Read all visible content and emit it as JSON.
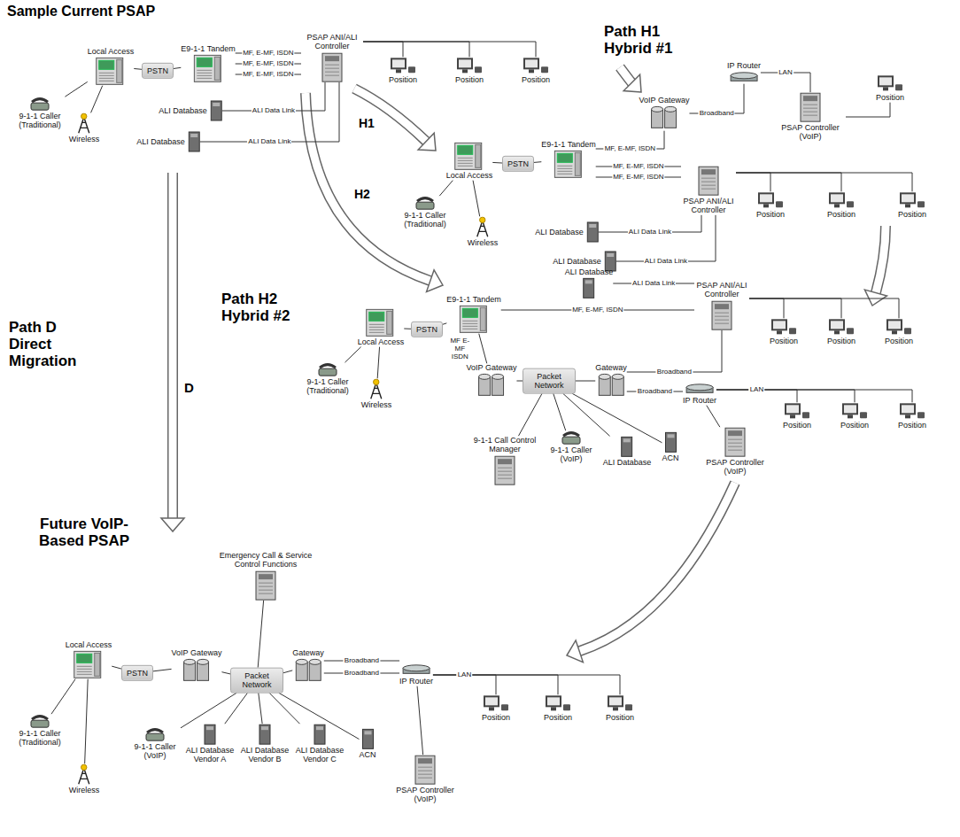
{
  "diagram": {
    "nodes": [
      {
        "text": [
          "Local Access"
        ]
      },
      {
        "text": [
          "PSTN"
        ]
      },
      {
        "text": [
          "E9-1-1 Tandem"
        ]
      },
      {
        "text": [
          "PSAP ANI/ALI Controller"
        ]
      },
      {
        "text": [
          "9-1-1 Caller (Traditional)"
        ]
      },
      {
        "text": [
          "Wireless"
        ]
      },
      {
        "text": [
          "ALI Database"
        ]
      },
      {
        "text": [
          "ALI Database"
        ]
      },
      {
        "text": [
          "Position"
        ]
      },
      {
        "text": [
          "Position"
        ]
      },
      {
        "text": [
          "Position"
        ]
      },
      {
        "text": [
          "VoIP Gateway"
        ]
      },
      {
        "text": [
          "E9-1-1 Tandem"
        ]
      },
      {
        "text": [
          "Local Access"
        ]
      },
      {
        "text": [
          "PSTN"
        ]
      },
      {
        "text": [
          "9-1-1 Caller (Traditional)"
        ]
      },
      {
        "text": [
          "Wireless"
        ]
      },
      {
        "text": [
          "ALI Database"
        ]
      },
      {
        "text": [
          "ALI Database"
        ]
      },
      {
        "text": [
          "IP Router"
        ]
      },
      {
        "text": [
          "PSAP Controller (VoIP)"
        ]
      },
      {
        "text": [
          "Position"
        ]
      },
      {
        "text": [
          "PSAP ANI/ALI Controller"
        ]
      },
      {
        "text": [
          "Position"
        ]
      },
      {
        "text": [
          "Position"
        ]
      },
      {
        "text": [
          "Position"
        ]
      },
      {
        "text": [
          "ALI Database"
        ]
      },
      {
        "text": [
          "PSAP ANI/ALI Controller"
        ]
      },
      {
        "text": [
          "Position"
        ]
      },
      {
        "text": [
          "Position"
        ]
      },
      {
        "text": [
          "Position"
        ]
      },
      {
        "text": [
          "E9-1-1 Tandem"
        ]
      },
      {
        "text": [
          "PSTN"
        ]
      },
      {
        "text": [
          "Local Access"
        ]
      },
      {
        "text": [
          "9-1-1 Caller (Traditional)"
        ]
      },
      {
        "text": [
          "Wireless"
        ]
      },
      {
        "text": [
          "VoIP Gateway"
        ]
      },
      {
        "text": [
          "Packet Network"
        ]
      },
      {
        "text": [
          "Gateway"
        ]
      },
      {
        "text": [
          "IP Router"
        ]
      },
      {
        "text": [
          "Position"
        ]
      },
      {
        "text": [
          "Position"
        ]
      },
      {
        "text": [
          "Position"
        ]
      },
      {
        "text": [
          "PSAP Controller (VoIP)"
        ]
      },
      {
        "text": [
          "9-1-1 Call Control Manager"
        ]
      },
      {
        "text": [
          "9-1-1 Caller (VoIP)"
        ]
      },
      {
        "text": [
          "ALI Database"
        ]
      },
      {
        "text": [
          "ACN"
        ]
      },
      {
        "text": [
          "Emergency Call & Service Control Functions"
        ]
      },
      {
        "text": [
          "Local Access"
        ]
      },
      {
        "text": [
          "PSTN"
        ]
      },
      {
        "text": [
          "VoIP Gateway"
        ]
      },
      {
        "text": [
          "Packet Network"
        ]
      },
      {
        "text": [
          "Gateway"
        ]
      },
      {
        "text": [
          "IP Router"
        ]
      },
      {
        "text": [
          "Position"
        ]
      },
      {
        "text": [
          "Position"
        ]
      },
      {
        "text": [
          "Position"
        ]
      },
      {
        "text": [
          "PSAP Controller (VoIP)"
        ]
      },
      {
        "text": [
          "9-1-1 Caller (Traditional)"
        ]
      },
      {
        "text": [
          "Wireless"
        ]
      },
      {
        "text": [
          "9-1-1 Caller (VoIP)"
        ]
      },
      {
        "text": [
          "ALI Database Vendor A"
        ]
      },
      {
        "text": [
          "ALI Database Vendor B"
        ]
      },
      {
        "text": [
          "ALI Database Vendor C"
        ]
      },
      {
        "text": [
          "ACN"
        ]
      }
    ],
    "edges": [
      {
        "from": 4,
        "to": 0,
        "arrow": "none"
      },
      {
        "from": 5,
        "to": 0,
        "arrow": "none"
      },
      {
        "from": 0,
        "to": 1,
        "arrow": "none"
      },
      {
        "from": 1,
        "to": 2,
        "arrow": "none"
      },
      {
        "from": 2,
        "to": 3,
        "label": "MF, E-MF, ISDN",
        "arrow": "none"
      },
      {
        "from": 2,
        "to": 3,
        "label": "MF, E-MF, ISDN",
        "arrow": "none"
      },
      {
        "from": 2,
        "to": 3,
        "label": "MF, E-MF, ISDN",
        "arrow": "none"
      },
      {
        "from": 6,
        "to": 3,
        "label": "ALI Data Link",
        "arrow": "none"
      },
      {
        "from": 7,
        "to": 3,
        "label": "ALI Data Link",
        "arrow": "none"
      },
      {
        "from": 3,
        "to": 8,
        "arrow": "none"
      },
      {
        "from": 3,
        "to": 9,
        "arrow": "none"
      },
      {
        "from": 3,
        "to": 10,
        "arrow": "none"
      },
      {
        "from": 15,
        "to": 13,
        "arrow": "none"
      },
      {
        "from": 16,
        "to": 13,
        "arrow": "none"
      },
      {
        "from": 13,
        "to": 14,
        "arrow": "none"
      },
      {
        "from": 14,
        "to": 12,
        "arrow": "none"
      },
      {
        "from": 12,
        "to": 11,
        "label": "MF, E-MF, ISDN",
        "arrow": "none"
      },
      {
        "from": 12,
        "to": 22,
        "label": "MF, E-MF, ISDN",
        "arrow": "none"
      },
      {
        "from": 12,
        "to": 22,
        "label": "MF, E-MF, ISDN",
        "arrow": "none"
      },
      {
        "from": 11,
        "to": 19,
        "label": "Broadband",
        "arrow": "none"
      },
      {
        "from": 19,
        "to": 20,
        "label": "LAN",
        "arrow": "none"
      },
      {
        "from": 20,
        "to": 21,
        "arrow": "none"
      },
      {
        "from": 17,
        "to": 22,
        "label": "ALI Data Link",
        "arrow": "none"
      },
      {
        "from": 18,
        "to": 22,
        "label": "ALI Data Link",
        "arrow": "none"
      },
      {
        "from": 22,
        "to": 23,
        "arrow": "none"
      },
      {
        "from": 22,
        "to": 24,
        "arrow": "none"
      },
      {
        "from": 22,
        "to": 25,
        "arrow": "none"
      },
      {
        "from": 34,
        "to": 33,
        "arrow": "none"
      },
      {
        "from": 35,
        "to": 33,
        "arrow": "none"
      },
      {
        "from": 33,
        "to": 32,
        "arrow": "none"
      },
      {
        "from": 32,
        "to": 31,
        "arrow": "none"
      },
      {
        "from": 31,
        "to": 27,
        "label": "MF, E-MF, ISDN",
        "arrow": "none"
      },
      {
        "from": 31,
        "to": 36,
        "label": "MF E-MF ISDN",
        "arrow": "none"
      },
      {
        "from": 26,
        "to": 27,
        "label": "ALI Data Link",
        "arrow": "none"
      },
      {
        "from": 27,
        "to": 28,
        "arrow": "none"
      },
      {
        "from": 27,
        "to": 29,
        "arrow": "none"
      },
      {
        "from": 27,
        "to": 30,
        "arrow": "none"
      },
      {
        "from": 36,
        "to": 37,
        "arrow": "none"
      },
      {
        "from": 37,
        "to": 38,
        "arrow": "none"
      },
      {
        "from": 38,
        "to": 27,
        "label": "Broadband",
        "arrow": "none"
      },
      {
        "from": 38,
        "to": 39,
        "label": "Broadband",
        "arrow": "none"
      },
      {
        "from": 39,
        "to": 40,
        "label": "LAN",
        "arrow": "none"
      },
      {
        "from": 39,
        "to": 41,
        "arrow": "none"
      },
      {
        "from": 39,
        "to": 42,
        "arrow": "none"
      },
      {
        "from": 39,
        "to": 43,
        "arrow": "none"
      },
      {
        "from": 44,
        "to": 37,
        "arrow": "none"
      },
      {
        "from": 45,
        "to": 37,
        "arrow": "none"
      },
      {
        "from": 46,
        "to": 37,
        "arrow": "none"
      },
      {
        "from": 47,
        "to": 37,
        "arrow": "none"
      },
      {
        "from": 59,
        "to": 49,
        "arrow": "none"
      },
      {
        "from": 60,
        "to": 49,
        "arrow": "none"
      },
      {
        "from": 49,
        "to": 50,
        "arrow": "none"
      },
      {
        "from": 50,
        "to": 51,
        "arrow": "none"
      },
      {
        "from": 51,
        "to": 52,
        "arrow": "none"
      },
      {
        "from": 52,
        "to": 53,
        "arrow": "none"
      },
      {
        "from": 48,
        "to": 52,
        "arrow": "none"
      },
      {
        "from": 53,
        "to": 54,
        "label": "Broadband",
        "arrow": "none"
      },
      {
        "from": 53,
        "to": 54,
        "label": "Broadband",
        "arrow": "none"
      },
      {
        "from": 54,
        "to": 55,
        "label": "LAN",
        "arrow": "none"
      },
      {
        "from": 54,
        "to": 56,
        "arrow": "none"
      },
      {
        "from": 54,
        "to": 57,
        "arrow": "none"
      },
      {
        "from": 54,
        "to": 58,
        "arrow": "none"
      },
      {
        "from": 61,
        "to": 52,
        "arrow": "none"
      },
      {
        "from": 62,
        "to": 52,
        "arrow": "none"
      },
      {
        "from": 63,
        "to": 52,
        "arrow": "none"
      },
      {
        "from": 64,
        "to": 52,
        "arrow": "none"
      },
      {
        "from": 65,
        "to": 52,
        "arrow": "none"
      }
    ],
    "labels": [
      "Sample Current PSAP",
      "Path H1 Hybrid #1",
      "H1",
      "Path H2 Hybrid #2",
      "H2",
      "Path D Direct Migration",
      "D",
      "Future VoIP-Based PSAP"
    ]
  }
}
